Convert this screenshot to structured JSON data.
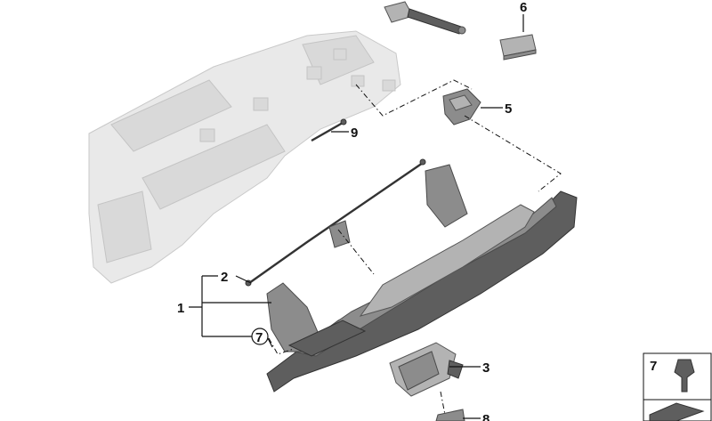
{
  "callouts": {
    "c1": "1",
    "c2": "2",
    "c3": "3",
    "c5": "5",
    "c6": "6",
    "c7": "7",
    "c8": "8",
    "c9": "9",
    "inset7": "7"
  },
  "colors": {
    "ghost_fill": "#e9e9e9",
    "part_fill": "#8c8c8c",
    "line": "#111111"
  }
}
